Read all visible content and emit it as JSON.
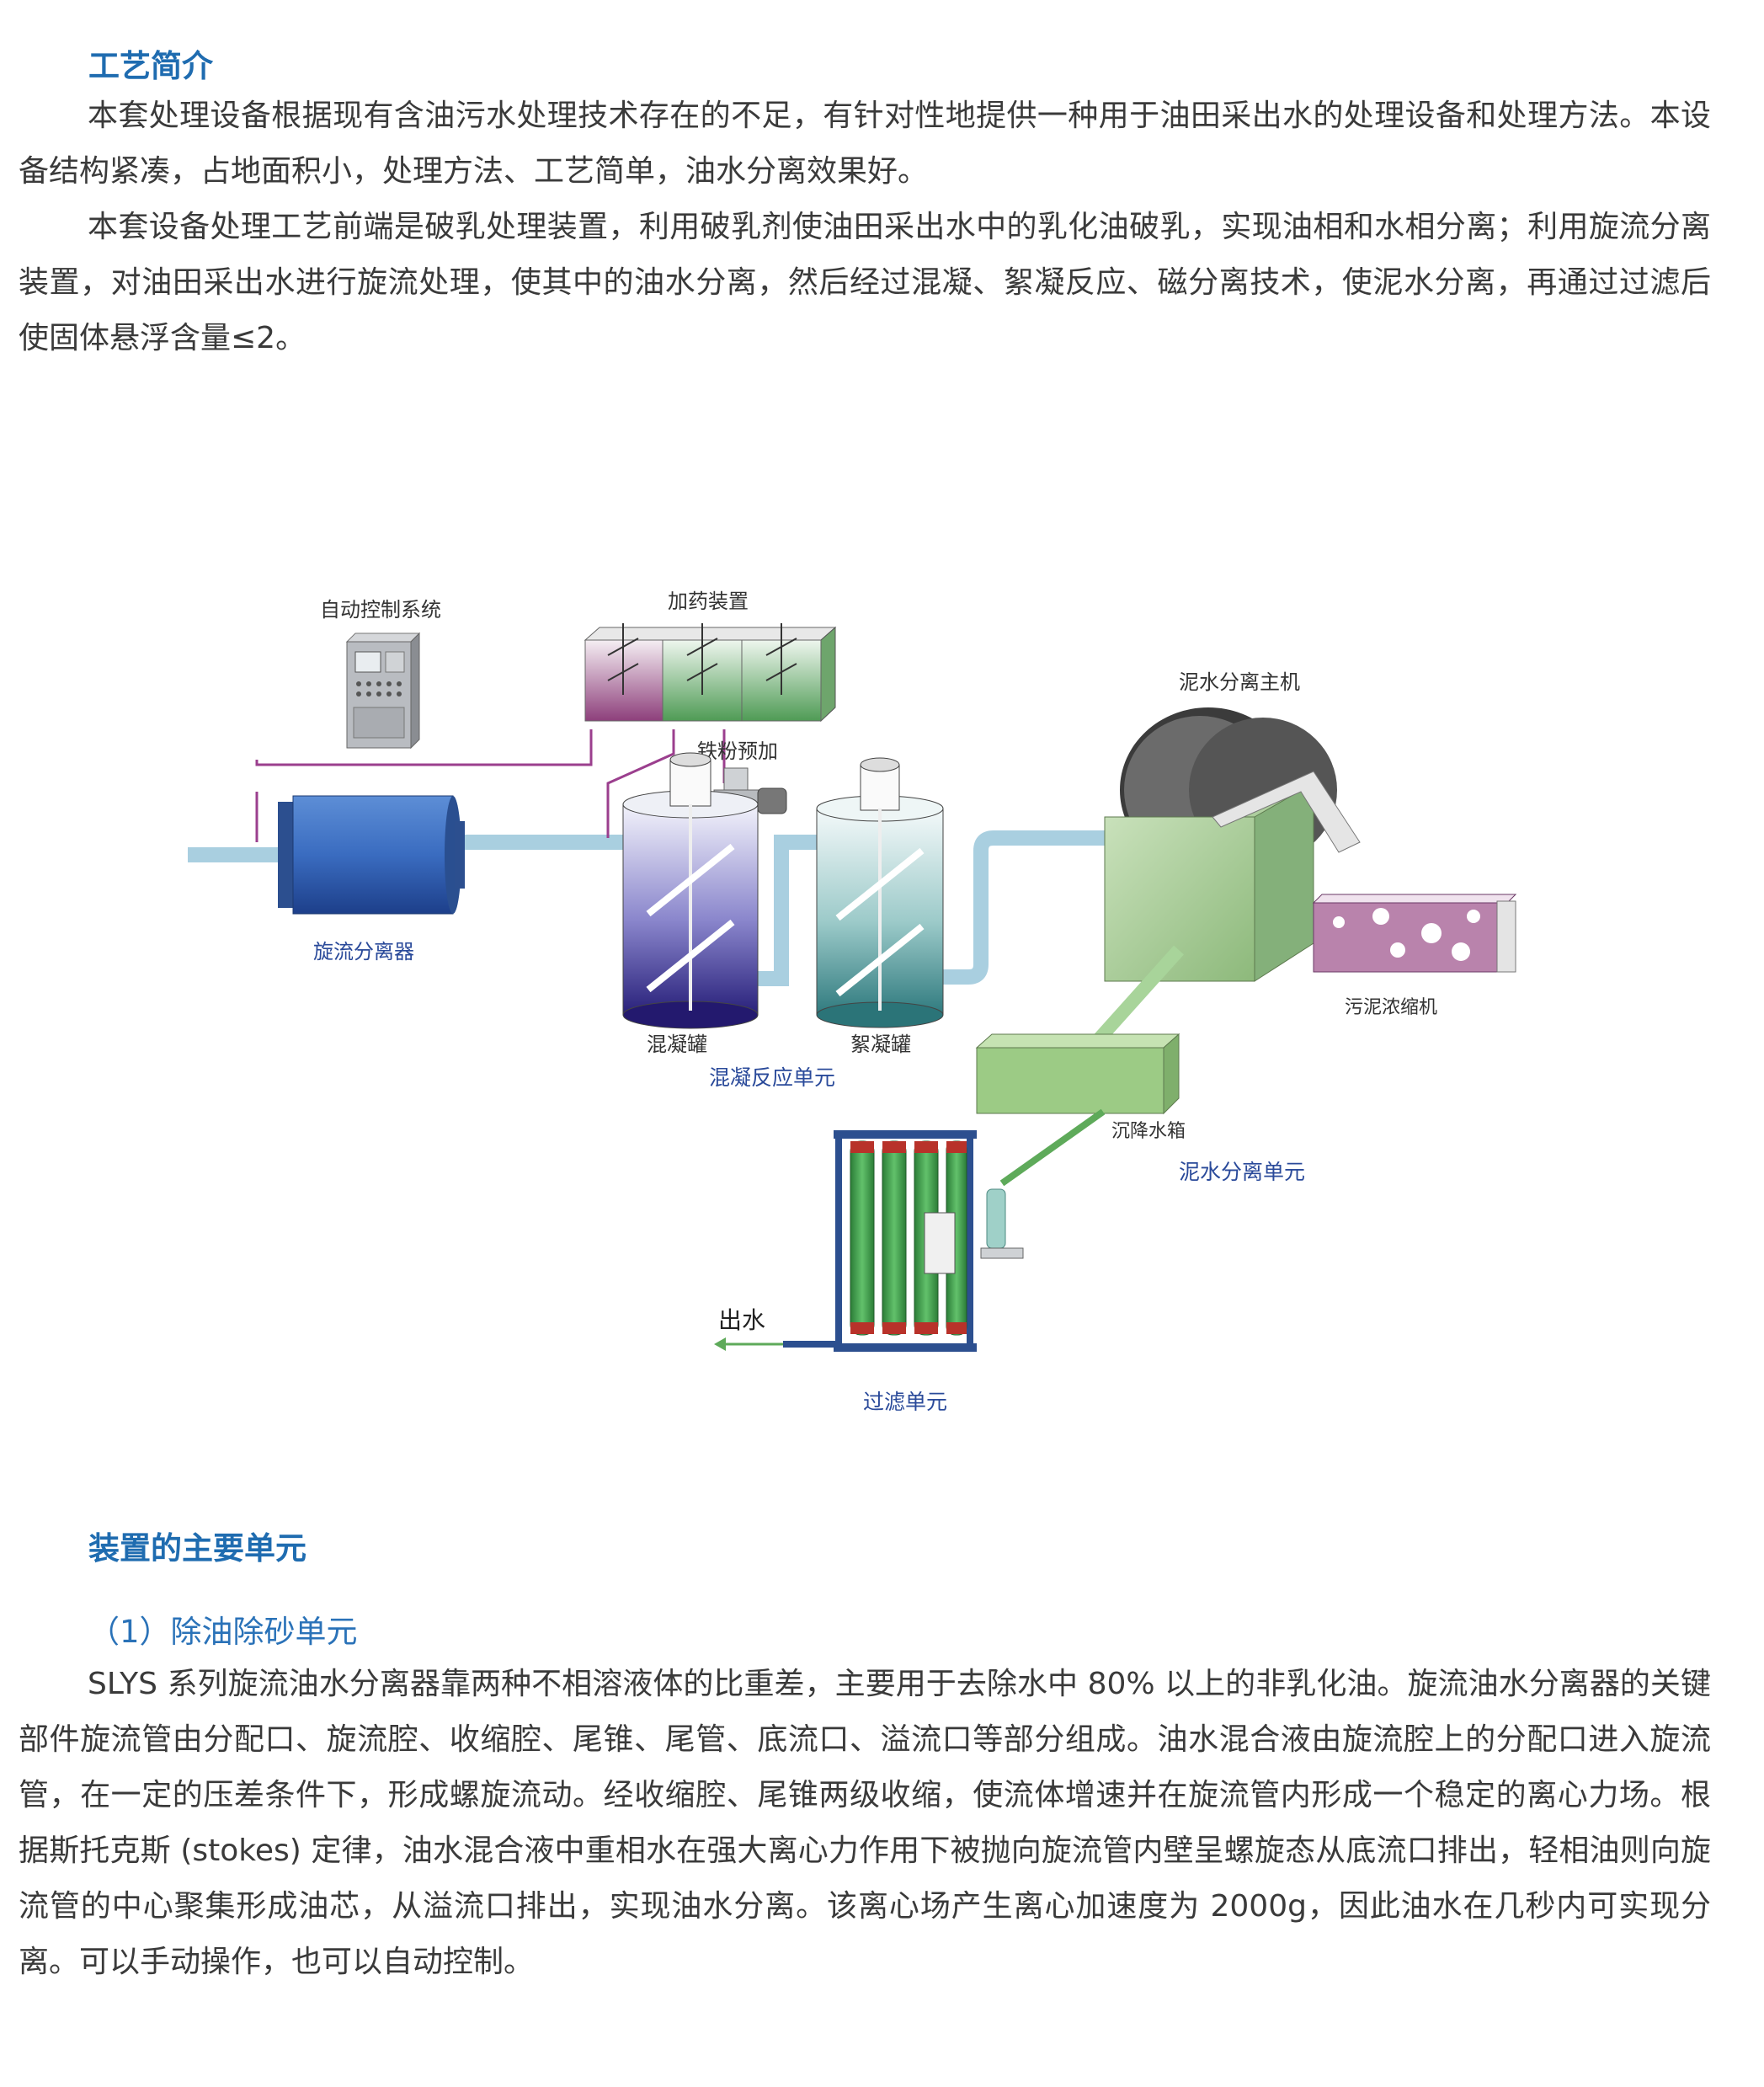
{
  "intro": {
    "heading": "工艺简介",
    "paragraphs": [
      "本套处理设备根据现有含油污水处理技术存在的不足，有针对性地提供一种用于油田采出水的处理设备和处理方法。本设备结构紧凑，占地面积小，处理方法、工艺简单，油水分离效果好。",
      "本套设备处理工艺前端是破乳处理装置，利用破乳剂使油田采出水中的乳化油破乳，实现油相和水相分离；利用旋流分离装置，对油田采出水进行旋流处理，使其中的油水分离，然后经过混凝、絮凝反应、磁分离技术，使泥水分离，再通过过滤后使固体悬浮含量≤2。"
    ]
  },
  "diagram": {
    "labels": {
      "auto_control": "自动控制系统",
      "dosing": "加药装置",
      "iron_powder": "铁粉预加",
      "separator_host": "泥水分离主机",
      "cyclone": "旋流分离器",
      "coag_tank": "混凝罐",
      "floc_tank": "絮凝罐",
      "coag_unit": "混凝反应单元",
      "sludge_thickener": "污泥浓缩机",
      "settling_tank": "沉降水箱",
      "separation_unit": "泥水分离单元",
      "outlet": "出水",
      "filter_unit": "过滤单元"
    }
  },
  "units": {
    "heading": "装置的主要单元",
    "sub_heading": "（1）除油除砂单元",
    "paragraph": "SLYS 系列旋流油水分离器靠两种不相溶液体的比重差，主要用于去除水中 80% 以上的非乳化油。旋流油水分离器的关键部件旋流管由分配口、旋流腔、收缩腔、尾锥、尾管、底流口、溢流口等部分组成。油水混合液由旋流腔上的分配口进入旋流管，在一定的压差条件下，形成螺旋流动。经收缩腔、尾锥两级收缩，使流体增速并在旋流管内形成一个稳定的离心力场。根据斯托克斯 (stokes) 定律，油水混合液中重相水在强大离心力作用下被抛向旋流管内壁呈螺旋态从底流口排出，轻相油则向旋流管的中心聚集形成油芯，从溢流口排出，实现油水分离。该离心场产生离心加速度为 2000g，因此油水在几秒内可实现分离。可以手动操作，也可以自动控制。"
  },
  "colors": {
    "heading": "#1f6cb0",
    "pipe": "#a9cfe0",
    "signal_line": "#9b3f8e",
    "separator_green": "#9cc48a",
    "filter_tube": "#3a9a4a"
  }
}
